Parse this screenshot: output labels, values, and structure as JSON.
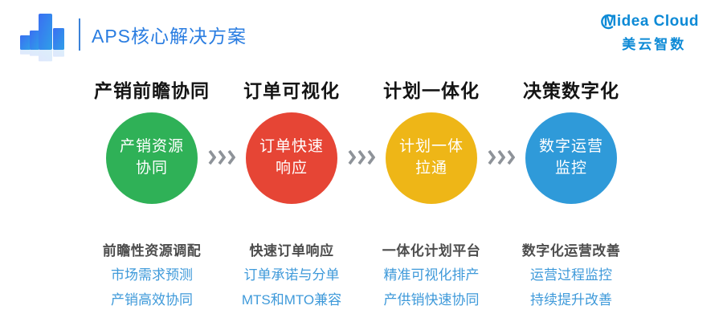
{
  "header": {
    "title": "APS核心解决方案",
    "brand": {
      "name_en": "Midea Cloud",
      "name_cn": "美云智数",
      "color": "#0d8ad6"
    }
  },
  "colors": {
    "title_blue": "#2a7de1",
    "divider_blue": "#3b82d8",
    "heading_black": "#141414",
    "footer_title_gray": "#4d4d4d",
    "footer_item_blue": "#3f9ada",
    "arrow_gray": "#8e9399"
  },
  "flow": {
    "arrow_icon": "triple-chevron-right",
    "arrow_color": "#8e9399",
    "columns": [
      {
        "heading": "产销前瞻协同",
        "circle": {
          "line1": "产销资源",
          "line2": "协同",
          "color": "#2fb157"
        },
        "footer": {
          "title": "前瞻性资源调配",
          "items": [
            "市场需求预测",
            "产销高效协同"
          ]
        }
      },
      {
        "heading": "订单可视化",
        "circle": {
          "line1": "订单快速",
          "line2": "响应",
          "color": "#e64535"
        },
        "footer": {
          "title": "快速订单响应",
          "items": [
            "订单承诺与分单",
            "MTS和MTO兼容"
          ]
        }
      },
      {
        "heading": "计划一体化",
        "circle": {
          "line1": "计划一体",
          "line2": "拉通",
          "color": "#eeb617"
        },
        "footer": {
          "title": "一体化计划平台",
          "items": [
            "精准可视化排产",
            "产供销快速协同"
          ]
        }
      },
      {
        "heading": "决策数字化",
        "circle": {
          "line1": "数字运营",
          "line2": "监控",
          "color": "#2f9ad9"
        },
        "footer": {
          "title": "数字化运营改善",
          "items": [
            "运营过程监控",
            "持续提升改善"
          ]
        }
      }
    ]
  }
}
